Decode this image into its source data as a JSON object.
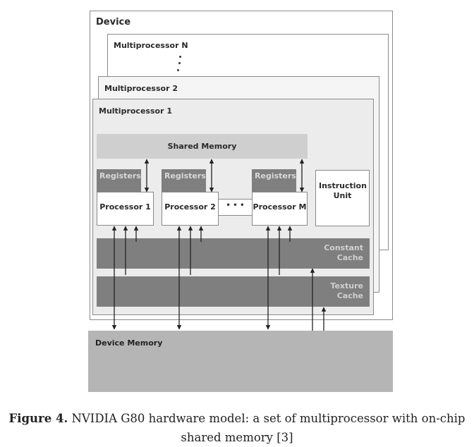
{
  "diagram": {
    "device_label": "Device",
    "mp_n_label": "Multiprocessor N",
    "mp_2_label": "Multiprocessor 2",
    "mp_1_label": "Multiprocessor 1",
    "shared_memory_label": "Shared Memory",
    "registers_label": "Registers",
    "processors": [
      "Processor 1",
      "Processor 2",
      "Processor M"
    ],
    "ellipsis": "• • •",
    "instruction_unit_label": "Instruction Unit",
    "constant_cache_label": "Constant Cache",
    "texture_cache_label": "Texture Cache",
    "device_memory_label": "Device Memory"
  },
  "caption": {
    "label": "Figure 4.",
    "text": " NVIDIA G80 hardware model: a set of multiprocessor with on-chip shared memory [3]"
  },
  "colors": {
    "box_fill": "#ffffff",
    "mp_fill": "#ececec",
    "dark_fill": "#7f7f7f",
    "device_memory_fill": "#b5b5b5"
  }
}
